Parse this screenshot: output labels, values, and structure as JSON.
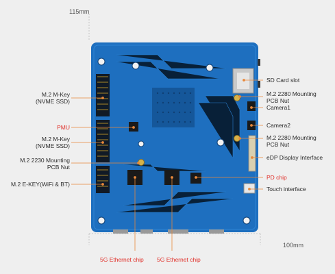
{
  "dimensions": {
    "width_label": "115mm",
    "height_label": "100mm"
  },
  "callouts_left": [
    {
      "lines": [
        "M.2 M-Key",
        "(NVME SSD)"
      ],
      "highlight": false
    },
    {
      "lines": [
        "PMU"
      ],
      "highlight": true
    },
    {
      "lines": [
        "M.2 M-Key",
        "(NVME SSD)"
      ],
      "highlight": false
    },
    {
      "lines": [
        "M.2 2230 Mounting",
        "PCB Nut"
      ],
      "highlight": false
    },
    {
      "lines": [
        "M.2 E-KEY(WiFi & BT)"
      ],
      "highlight": false
    }
  ],
  "callouts_right": [
    {
      "lines": [
        "SD Card slot"
      ],
      "highlight": false
    },
    {
      "lines": [
        "M.2 2280 Mounting",
        "PCB Nut"
      ],
      "highlight": false
    },
    {
      "lines": [
        "Camera1"
      ],
      "highlight": false
    },
    {
      "lines": [
        "Camera2"
      ],
      "highlight": false
    },
    {
      "lines": [
        "M.2 2280 Mounting",
        "PCB Nut"
      ],
      "highlight": false
    },
    {
      "lines": [
        "eDP Display Interface"
      ],
      "highlight": false
    },
    {
      "lines": [
        "PD chip"
      ],
      "highlight": true
    },
    {
      "lines": [
        "Touch interface"
      ],
      "highlight": false
    }
  ],
  "callouts_bottom": [
    {
      "lines": [
        "5G Ethernet chip"
      ],
      "highlight": true
    },
    {
      "lines": [
        "5G Ethernet chip"
      ],
      "highlight": true
    }
  ],
  "colors": {
    "board": "#1e6fbf",
    "board_dark": "#15579a",
    "highlight": "#e0302a",
    "leader": "#e8883a"
  }
}
